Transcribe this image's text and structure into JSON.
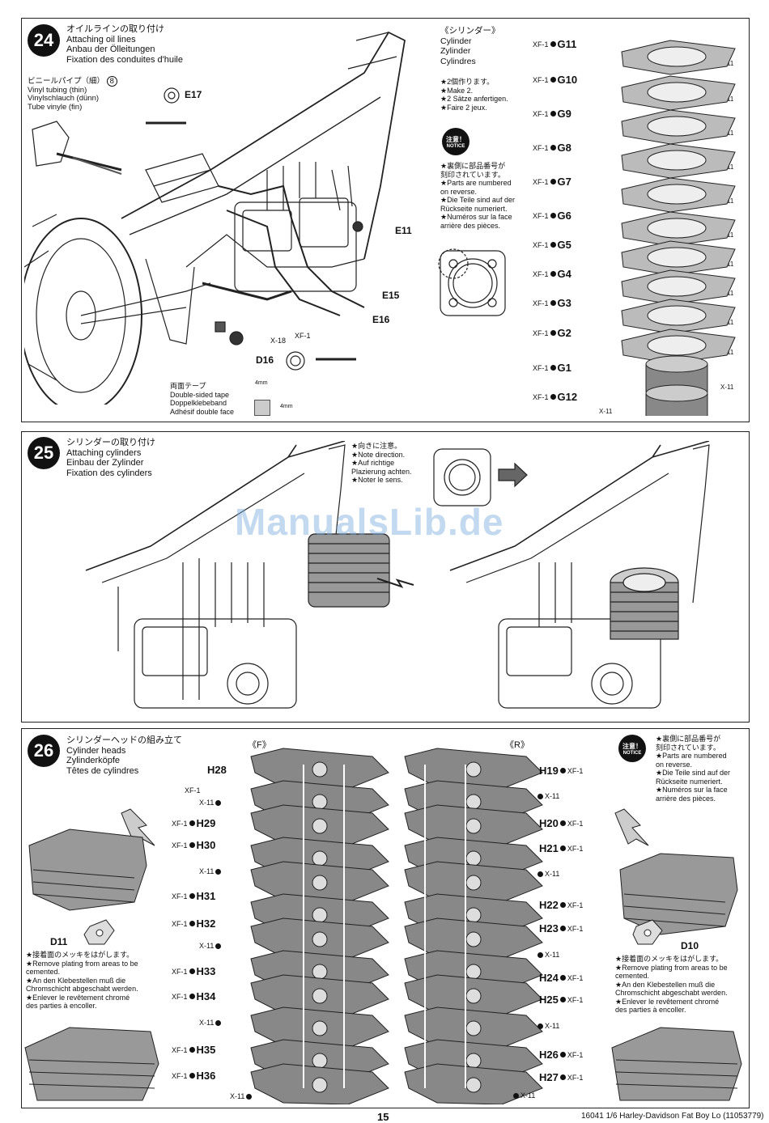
{
  "watermark": "ManualsLib.de",
  "step24": {
    "num": "24",
    "title_jp": "オイルラインの取り付け",
    "title_en": "Attaching oil lines",
    "title_de": "Anbau der Ölleitungen",
    "title_fr": "Fixation des conduites d'huile",
    "tubing_jp": "ビニールパイプ（細）",
    "tubing_num": "8",
    "tubing_en": "Vinyl tubing (thin)",
    "tubing_de": "Vinylschlauch (dünn)",
    "tubing_fr": "Tube vinyle (fin)",
    "parts": {
      "e17": "E17",
      "e11": "E11",
      "e15": "E15",
      "e16": "E16",
      "d16": "D16",
      "x18": "X-18",
      "xf1": "XF-1"
    },
    "tape_jp": "両面テープ",
    "tape_en": "Double-sided tape",
    "tape_de": "Doppelklebeband",
    "tape_fr": "Adhésif double face",
    "tape_w": "4mm",
    "tape_h": "4mm"
  },
  "cylinder_box": {
    "title_jp": "《シリンダー》",
    "title_en": "Cylinder",
    "title_de": "Zylinder",
    "title_fr": "Cylindres",
    "make_jp": "★2個作ります。",
    "make_en": "★Make 2.",
    "make_de": "★2 Sätze anfertigen.",
    "make_fr": "★Faire 2 jeux.",
    "notice_jp": "注意！",
    "notice_en": "NOTICE",
    "rev_jp": "★裏側に部品番号が",
    "rev_jp2": "刻印されています。",
    "rev_en1": "★Parts are numbered",
    "rev_en2": "on reverse.",
    "rev_de1": "★Die Teile sind auf der",
    "rev_de2": "Rückseite numeriert.",
    "rev_fr1": "★Numéros sur la face",
    "rev_fr2": "arrière des pièces.",
    "xf": "XF-1",
    "x": "X-11",
    "stack": [
      "G11",
      "G10",
      "G9",
      "G8",
      "G7",
      "G6",
      "G5",
      "G4",
      "G3",
      "G2",
      "G1",
      "G12"
    ]
  },
  "step25": {
    "num": "25",
    "title_jp": "シリンダーの取り付け",
    "title_en": "Attaching cylinders",
    "title_de": "Einbau der Zylinder",
    "title_fr": "Fixation des cylinders",
    "dir_jp": "★向きに注意。",
    "dir_en": "★Note direction.",
    "dir_de1": "★Auf richtige",
    "dir_de2": "Plazierung achten.",
    "dir_fr": "★Noter le sens."
  },
  "step26": {
    "num": "26",
    "title_jp": "シリンダーヘッドの組み立て",
    "title_en": "Cylinder heads",
    "title_de": "Zylinderköpfe",
    "title_fr": "Têtes de cylindres",
    "front": "《F》",
    "rear": "《R》",
    "d11": "D11",
    "d10": "D10",
    "plating_jp": "★接着面のメッキをはがします。",
    "plating_en1": "★Remove plating from areas to be",
    "plating_en2": "cemented.",
    "plating_de1": "★An den Klebestellen muß die",
    "plating_de2": "Chromschicht abgeschabt werden.",
    "plating_fr1": "★Enlever le revêtement chromé",
    "plating_fr2": "des parties à encoller.",
    "notice_jp": "注意！",
    "notice_en": "NOTICE",
    "rev_jp": "★裏側に部品番号が",
    "rev_jp2": "刻印されています。",
    "rev_en1": "★Parts are numbered",
    "rev_en2": "on reverse.",
    "rev_de1": "★Die Teile sind auf der",
    "rev_de2": "Rückseite numeriert.",
    "rev_fr1": "★Numéros sur la face",
    "rev_fr2": "arrière des pièces.",
    "xf": "XF-1",
    "x": "X-11",
    "front_parts": [
      "H28",
      "H29",
      "H30",
      "H31",
      "H32",
      "H33",
      "H34",
      "H35",
      "H36"
    ],
    "rear_parts": [
      "H19",
      "H20",
      "H21",
      "H22",
      "H23",
      "H24",
      "H25",
      "H26",
      "H27"
    ]
  },
  "footer": {
    "page": "15",
    "code": "16041",
    "model": "1/6 Harley-Davidson Fat Boy Lo (11053779)"
  }
}
